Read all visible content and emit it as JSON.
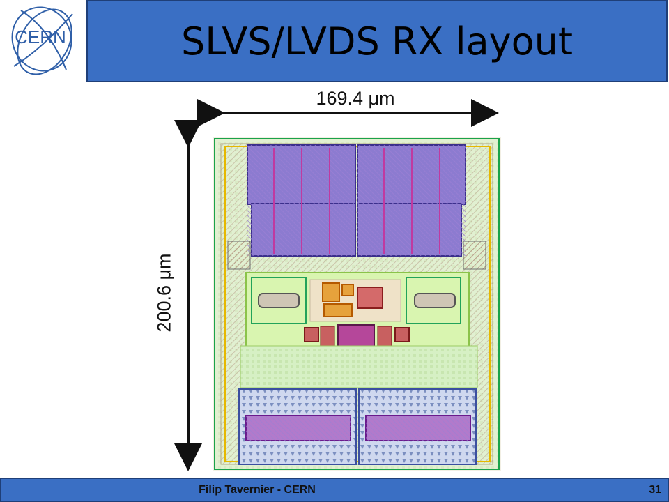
{
  "slide": {
    "title": "SLVS/LVDS RX layout",
    "logo_text": "CERN",
    "dimension_width": "169.4 μm",
    "dimension_height": "200.6 μm",
    "footer_author": "Filip Tavernier - CERN",
    "page_number": "31"
  },
  "colors": {
    "title_bar": "#3a6fc4",
    "logo_blue": "#2f5fa8"
  }
}
